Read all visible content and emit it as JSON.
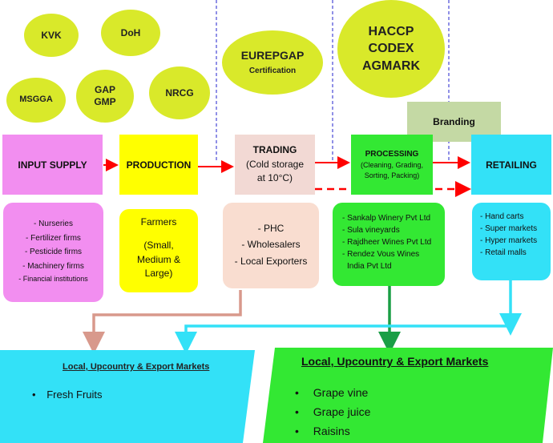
{
  "regulators": {
    "kvk": "KVK",
    "doh": "DoH",
    "msgga": "MSGGA",
    "gap_gmp": [
      "GAP",
      "GMP"
    ],
    "nrcg": "NRCG",
    "eurepgap": "EUREPGAP",
    "eurepgap_sub": "Certification",
    "haccp": [
      "HACCP",
      "CODEX",
      "AGMARK"
    ]
  },
  "branding": "Branding",
  "stages": {
    "input_supply": "INPUT SUPPLY",
    "production": "PRODUCTION",
    "trading": "TRADING",
    "trading_sub": [
      "(Cold storage",
      "at 10°C)"
    ],
    "processing": "PROCESSING",
    "processing_sub": [
      "(Cleaning, Grading,",
      "Sorting, Packing)"
    ],
    "retailing": "RETAILING"
  },
  "actors": {
    "input_supply": [
      "- Nurseries",
      "- Fertilizer firms",
      "- Pesticide firms",
      "- Machinery firms",
      "- Financial institutions"
    ],
    "production": [
      "Farmers",
      "(Small,",
      "Medium &",
      "Large)"
    ],
    "trading": [
      "- PHC",
      "- Wholesalers",
      "- Local Exporters"
    ],
    "processing": [
      "- Sankalp Winery Pvt Ltd",
      "- Sula vineyards",
      "- Rajdheer Wines Pvt Ltd",
      "- Rendez Vous Wines",
      "India Pvt Ltd"
    ],
    "retailing": [
      "- Hand carts",
      "- Super markets",
      "- Hyper markets",
      "- Retail malls"
    ]
  },
  "markets": {
    "fresh": {
      "title": "Local, Upcountry & Export Markets",
      "items": [
        "Fresh Fruits"
      ]
    },
    "processed": {
      "title": "Local,  Upcountry & Export Markets",
      "items": [
        "Grape vine",
        "Grape juice",
        "Raisins"
      ]
    }
  },
  "colors": {
    "ellipse": "#d9e92a",
    "input_supply": "#f28ef0",
    "production": "#ffff00",
    "trading": "#f2d9d4",
    "processing": "#33e833",
    "retailing": "#33e1f7",
    "branding": "#c4d9a4",
    "arrow_red": "#ff0000",
    "arrow_pink": "#d8998c",
    "arrow_green": "#1a9e45",
    "arrow_cyan": "#33e1f7",
    "dashed_blue": "#2222cc"
  }
}
